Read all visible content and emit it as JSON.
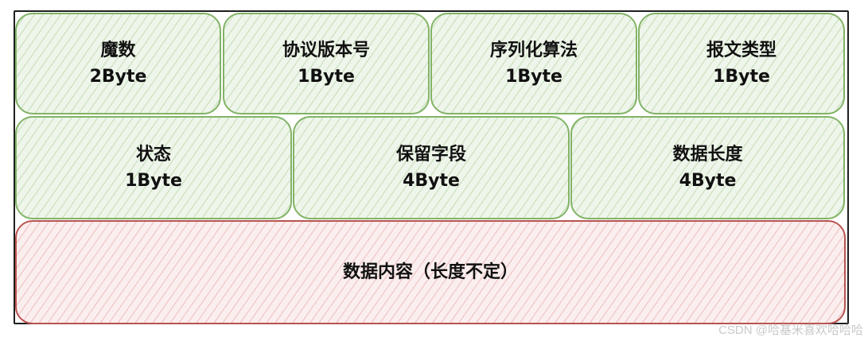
{
  "fields": [
    {
      "name": "魔数",
      "size": "2Byte",
      "color": "#82b366"
    },
    {
      "name": "协议版本号",
      "size": "1Byte",
      "color": "#82b366"
    },
    {
      "name": "序列化算法",
      "size": "1Byte",
      "color": "#82b366"
    },
    {
      "name": "报文类型",
      "size": "1Byte",
      "color": "#82b366"
    },
    {
      "name": "状态",
      "size": "1Byte",
      "color": "#82b366"
    },
    {
      "name": "保留字段",
      "size": "4Byte",
      "color": "#82b366"
    },
    {
      "name": "数据长度",
      "size": "4Byte",
      "color": "#82b366"
    },
    {
      "name": "数据内容（长度不定）",
      "size": "",
      "color": "#b85450"
    }
  ],
  "watermark": "CSDN @哈基米喜欢哈哈哈"
}
